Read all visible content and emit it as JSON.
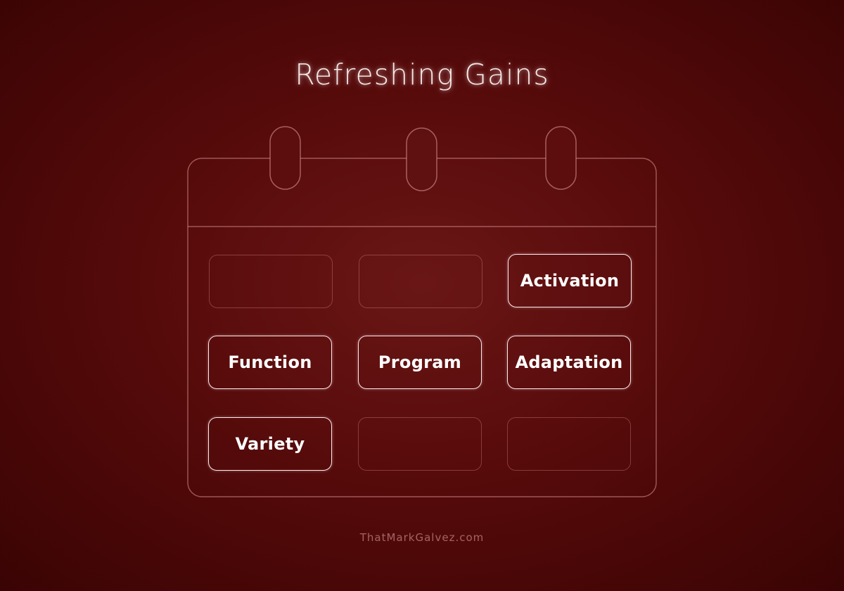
{
  "title": "Refreshing Gains",
  "calendar": {
    "cells": [
      {
        "label": "",
        "filled": false
      },
      {
        "label": "",
        "filled": false
      },
      {
        "label": "Activation",
        "filled": true
      },
      {
        "label": "Function",
        "filled": true
      },
      {
        "label": "Program",
        "filled": true
      },
      {
        "label": "Adaptation",
        "filled": true
      },
      {
        "label": "Variety",
        "filled": true
      },
      {
        "label": "",
        "filled": false
      },
      {
        "label": "",
        "filled": false
      }
    ]
  },
  "footer": "ThatMarkGalvez.com",
  "colors": {
    "background": "#5a0c0c",
    "line": "#d79a9a",
    "text": "#ffffff"
  },
  "icons": [
    "calendar-icon"
  ]
}
